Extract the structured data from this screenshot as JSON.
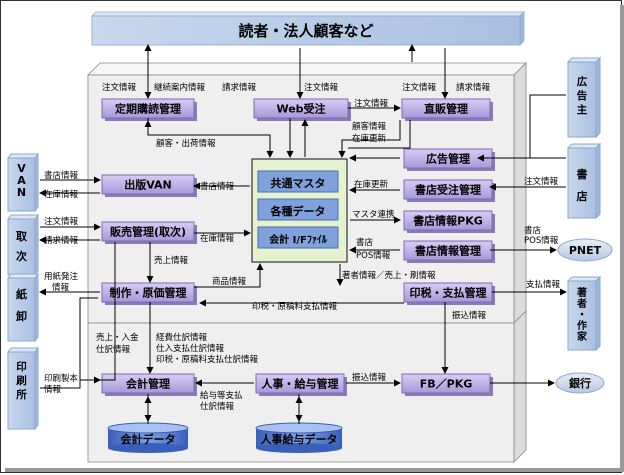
{
  "top": {
    "label": "読者・法人顧客など"
  },
  "left_entities": [
    "VAN",
    "取次",
    "紙卸",
    "印刷所"
  ],
  "right_entities": [
    "広告主",
    "書店",
    "著者・作家"
  ],
  "ovals": {
    "pnet": "PNET",
    "bank": "銀行"
  },
  "processes": {
    "teiki": "定期購読管理",
    "web": "Web受注",
    "chokuhan": "直販管理",
    "koukoku": "広告管理",
    "shoten_juchu": "書店受注管理",
    "shoten_pkg": "書店情報PKG",
    "shoten_kanri": "書店情報管理",
    "shuppan_van": "出版VAN",
    "hanbai": "販売管理(取次)",
    "seisaku": "制作・原価管理",
    "inzei": "印税・支払管理",
    "kaikei": "会計管理",
    "jinji": "人事・給与管理",
    "fb": "FB／PKG"
  },
  "center": [
    "共通マスタ",
    "各種データ",
    "会計 I/Fﾌｧｲﾙ"
  ],
  "databases": {
    "kaikei_data": "会計データ",
    "jinji_data": "人事給与データ"
  },
  "labels": {
    "l_teiki_order": "注文情報",
    "l_teiki_cont": "継続案内情報",
    "l_teiki_bill": "請求情報",
    "l_web_order": "注文情報",
    "l_chokuhan_order1": "注文情報",
    "l_chokuhan_bill": "請求情報",
    "l_web_chokuhan": "注文情報",
    "l_kokyaku": "顧客情報",
    "l_zaiko1": "在庫更新",
    "l_kokyaku_shukka": "顧客・出荷情報",
    "l_zaiko2": "在庫更新",
    "l_master": "マスタ連携",
    "l_shoten": "書店",
    "l_pos": "POS情報",
    "l_shoten_order": "注文情報",
    "l_shoten_pos1": "書店",
    "l_shoten_pos2": "POS情報",
    "l_van_shoten": "書店情報",
    "l_van_zaiko": "在庫情報",
    "l_shoten_info": "書店情報",
    "l_tori_order": "注文情報",
    "l_tori_bill": "請求情報",
    "l_zaiko3": "在庫情報",
    "l_uriage": "売上情報",
    "l_shohin": "商品情報",
    "l_yoshi1": "用紙発注",
    "l_yoshi2": "情報",
    "l_chosha": "著者情報／売上・刷情報",
    "l_inzei_genko": "印税・原稿料支払情報",
    "l_shiharai": "支払情報",
    "l_furikomi1": "振込情報",
    "l_insatsu1": "印刷製本",
    "l_insatsu2": "情報",
    "l_uri_nyukin1": "売上・入金",
    "l_uri_nyukin2": "仕訳情報",
    "l_keihi1": "経費仕訳情報",
    "l_keihi2": "仕入支払仕訳情報",
    "l_keihi3": "印税・原稿料支払仕訳情報",
    "l_kyuyo1": "給与等支払",
    "l_kyuyo2": "仕訳情報",
    "l_furikomi2": "振込情報"
  },
  "colors": {
    "process_fill": "#b8a8e0",
    "process_border": "#7a6ab4",
    "center_fill": "#dff0c8",
    "center_inner": "#7c9fd8",
    "entity_fill": "#b8cde8",
    "panel_fill": "#eeeeee"
  }
}
